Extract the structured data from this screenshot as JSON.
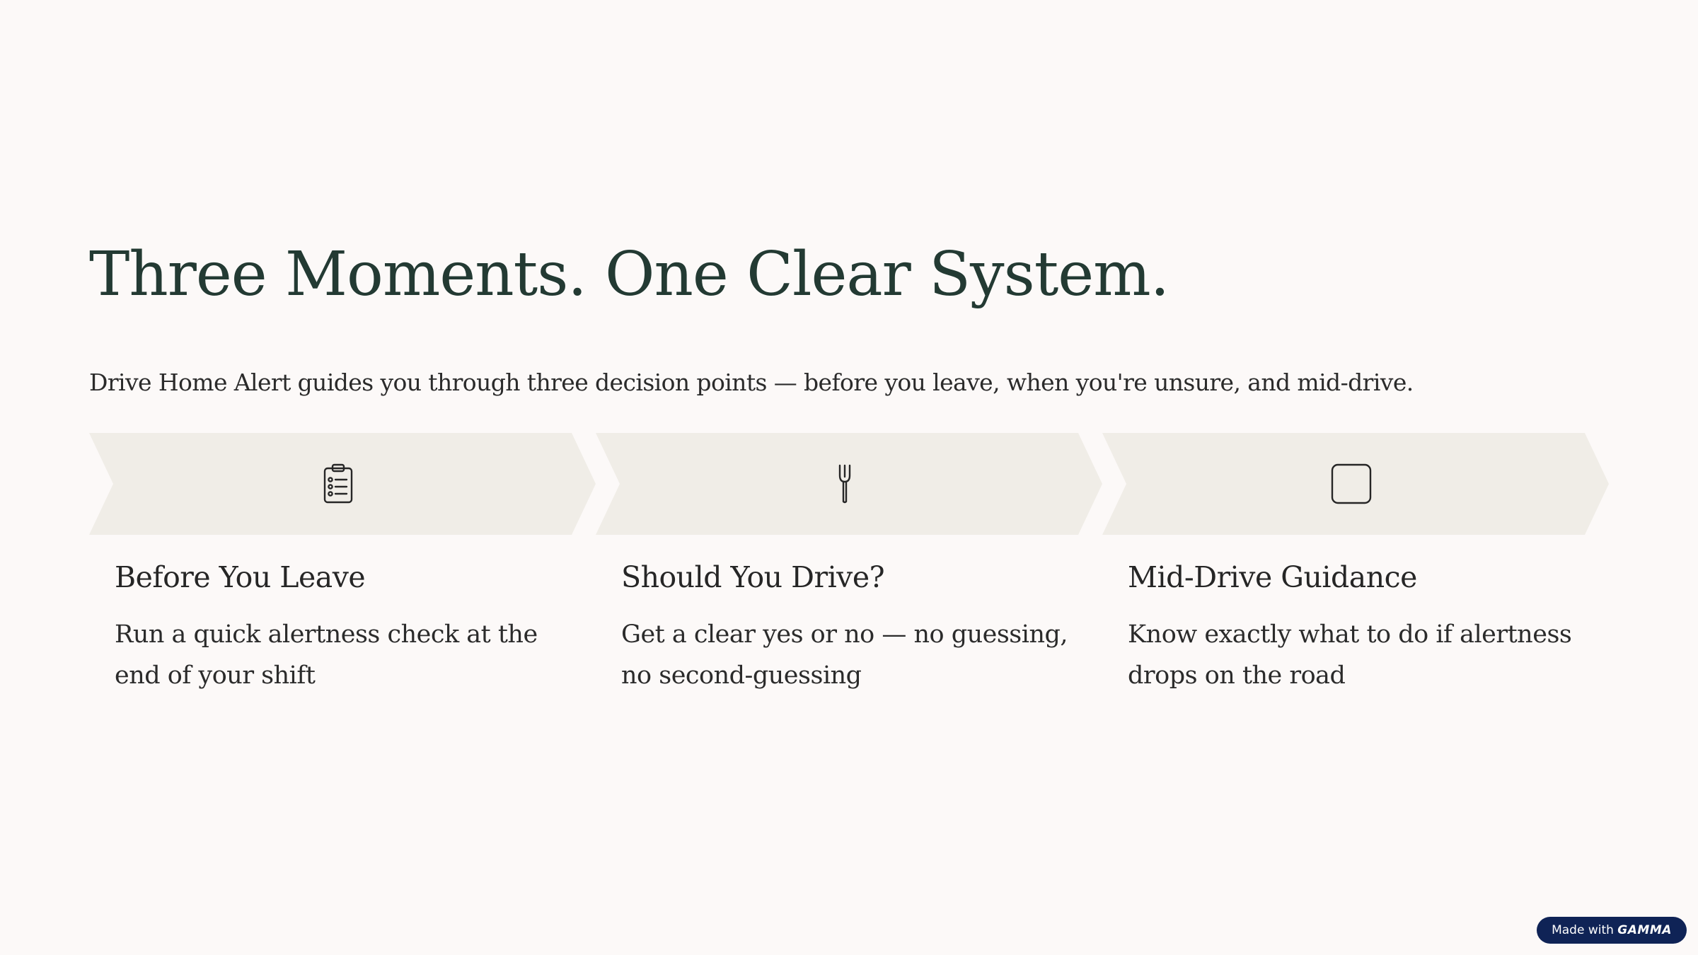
{
  "slide": {
    "title": "Three Moments. One Clear System.",
    "subtitle": "Drive Home Alert guides you through three decision points — before you leave, when you're unsure, and mid-drive."
  },
  "steps": [
    {
      "icon": "clipboard-checklist-icon",
      "title": "Before You Leave",
      "description": "Run a quick alertness check at the end of your shift"
    },
    {
      "icon": "fork-icon",
      "title": "Should You Drive?",
      "description": "Get a clear yes or no — no guessing, no second-guessing"
    },
    {
      "icon": "rounded-square-icon",
      "title": "Mid-Drive Guidance",
      "description": "Know exactly what to do if alertness drops on the road"
    }
  ],
  "badge": {
    "prefix": "Made with",
    "brand": "GAMMA"
  },
  "colors": {
    "background": "#fcf9f8",
    "title": "#233a33",
    "chevron_fill": "#f0ede7",
    "badge_bg": "#0f2356"
  }
}
